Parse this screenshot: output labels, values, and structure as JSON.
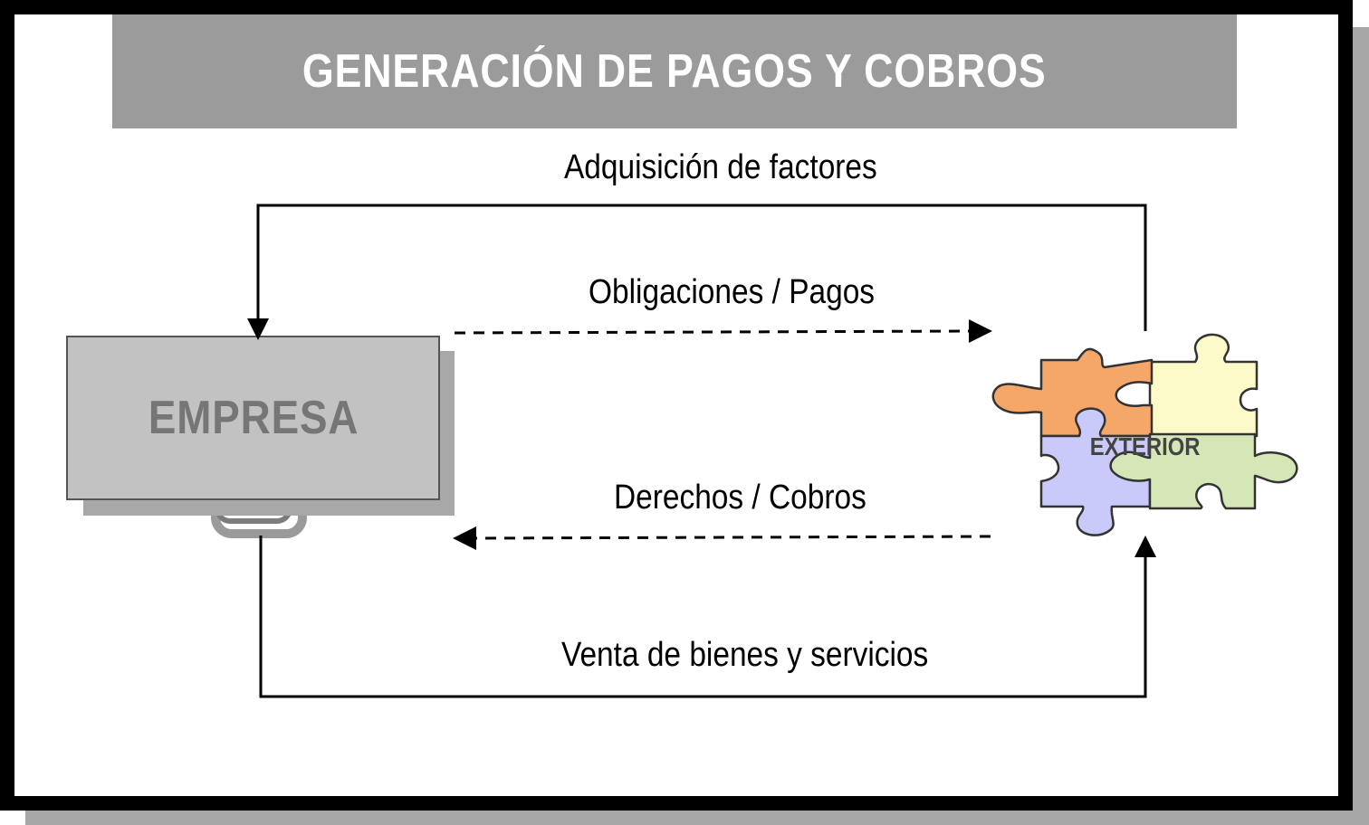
{
  "title": "GENERACIÓN DE PAGOS Y COBROS",
  "nodes": {
    "empresa": "EMPRESA",
    "exterior": "EXTERIOR"
  },
  "flows": {
    "adquisicion": "Adquisición de factores",
    "obligaciones": "Obligaciones / Pagos",
    "derechos": "Derechos / Cobros",
    "venta": "Venta de bienes y servicios"
  },
  "colors": {
    "title_bg": "#9c9b9b",
    "briefcase": "#c2c2c2",
    "puzzle_orange": "#f5a76a",
    "puzzle_yellow": "#fbfac8",
    "puzzle_purple": "#c9c9fa",
    "puzzle_green": "#d5e7b7"
  }
}
